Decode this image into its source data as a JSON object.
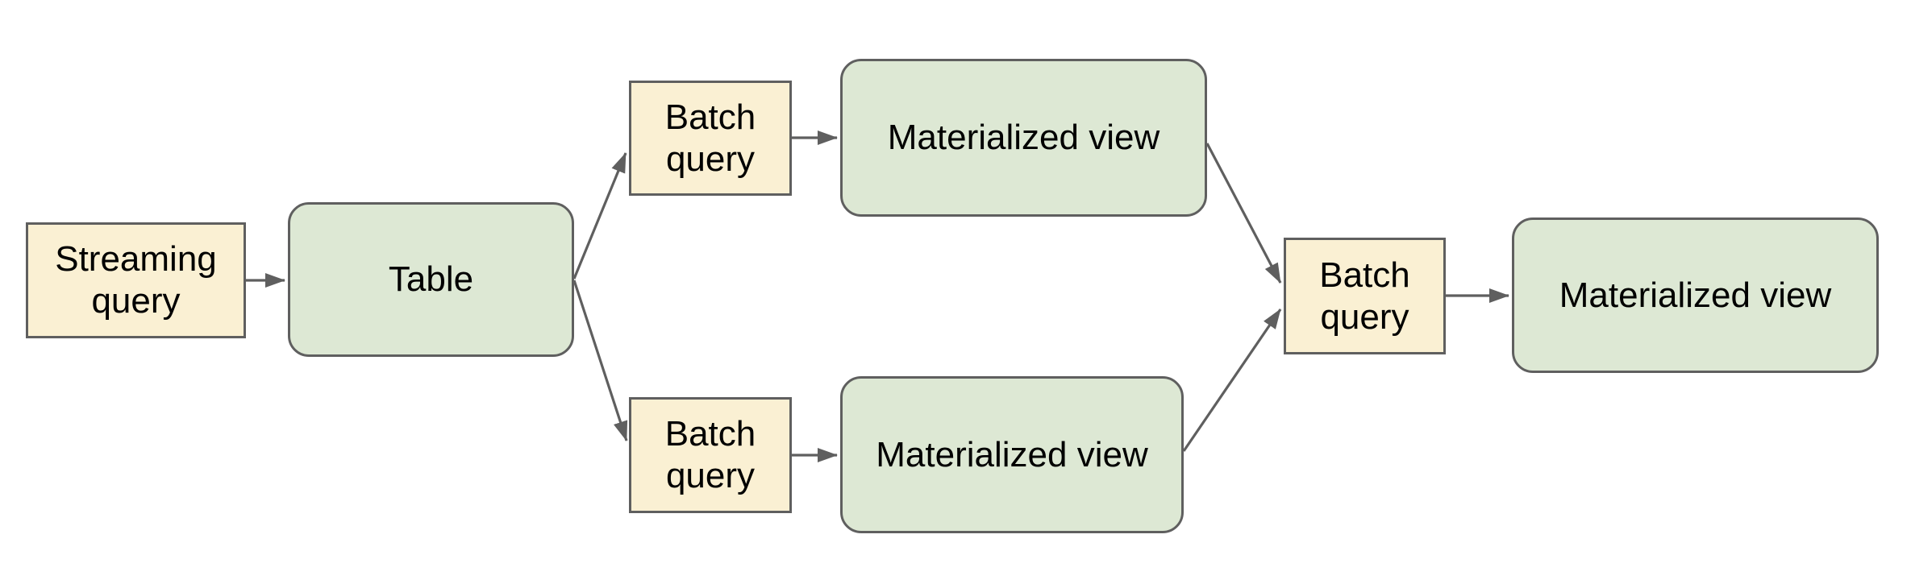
{
  "diagram": {
    "colors": {
      "canvas_bg": "#ffffff",
      "query_fill": "#faf0d3",
      "view_fill": "#dde8d4",
      "stroke": "#5f5f5f",
      "text": "#000000"
    },
    "nodes": [
      {
        "id": "streaming-query",
        "label": "Streaming query",
        "type": "query"
      },
      {
        "id": "table",
        "label": "Table",
        "type": "table"
      },
      {
        "id": "batch-query-top",
        "label": "Batch query",
        "type": "query"
      },
      {
        "id": "materialized-view-top",
        "label": "Materialized view",
        "type": "view"
      },
      {
        "id": "batch-query-bottom",
        "label": "Batch query",
        "type": "query"
      },
      {
        "id": "materialized-view-bottom",
        "label": "Materialized view",
        "type": "view"
      },
      {
        "id": "batch-query-merge",
        "label": "Batch query",
        "type": "query"
      },
      {
        "id": "materialized-view-final",
        "label": "Materialized view",
        "type": "view"
      }
    ],
    "edges": [
      {
        "from": "streaming-query",
        "to": "table"
      },
      {
        "from": "table",
        "to": "batch-query-top"
      },
      {
        "from": "table",
        "to": "batch-query-bottom"
      },
      {
        "from": "batch-query-top",
        "to": "materialized-view-top"
      },
      {
        "from": "batch-query-bottom",
        "to": "materialized-view-bottom"
      },
      {
        "from": "materialized-view-top",
        "to": "batch-query-merge"
      },
      {
        "from": "materialized-view-bottom",
        "to": "batch-query-merge"
      },
      {
        "from": "batch-query-merge",
        "to": "materialized-view-final"
      }
    ]
  }
}
